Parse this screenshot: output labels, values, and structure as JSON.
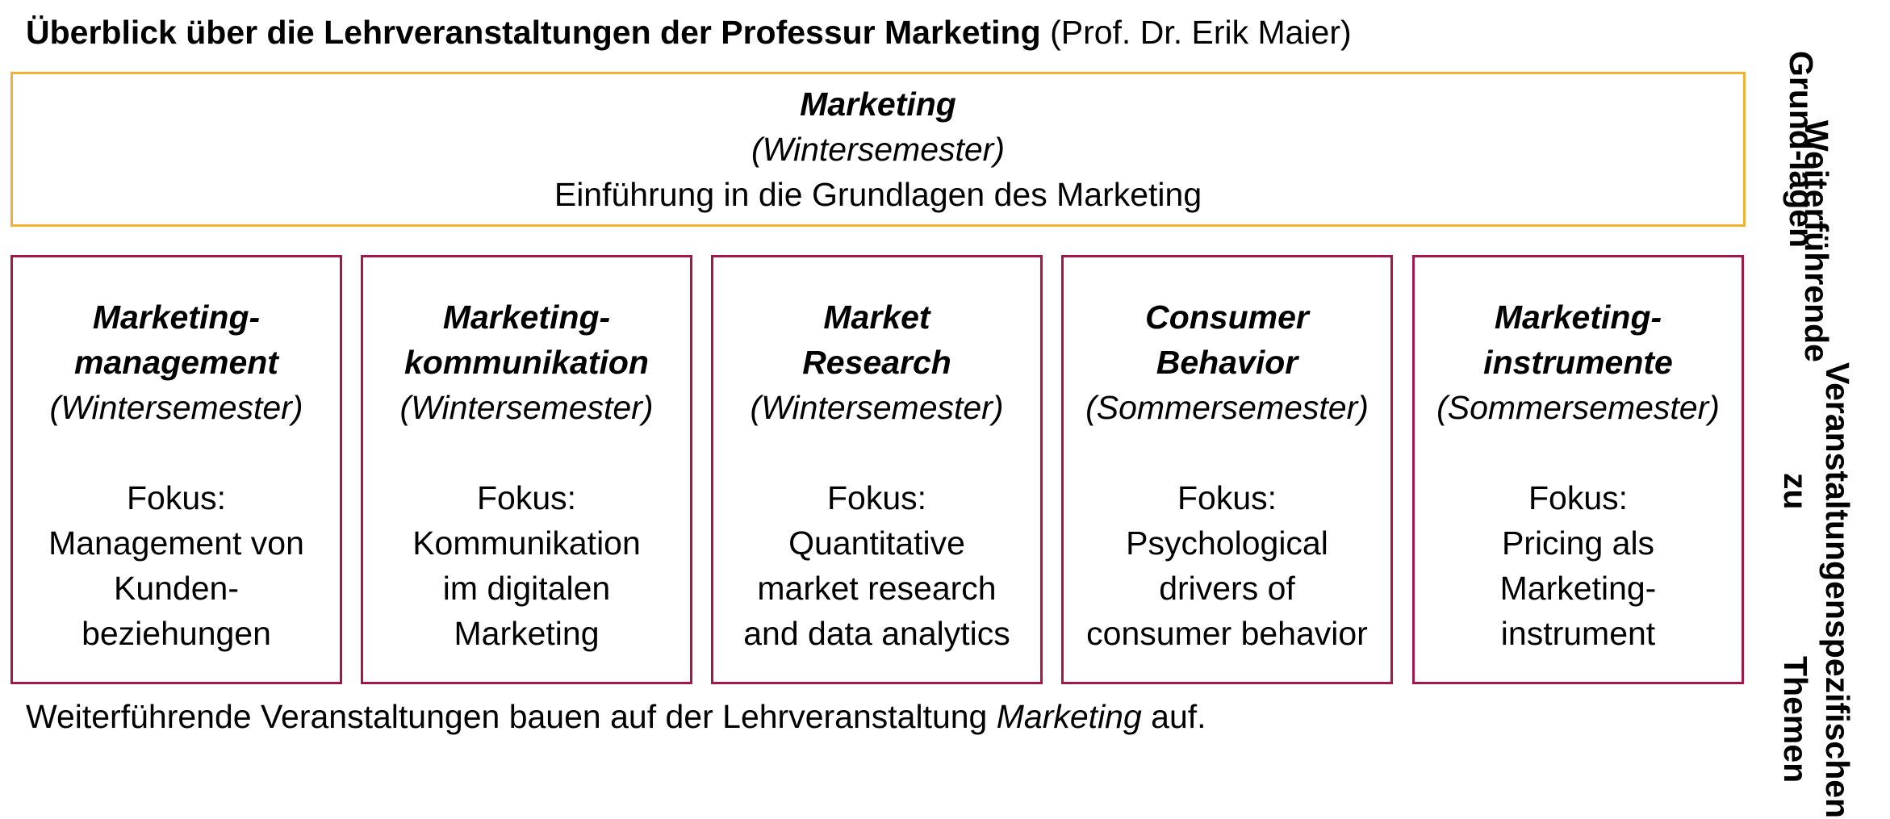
{
  "title": {
    "bold": "Überblick über die Lehrveranstaltungen der Professur Marketing",
    "rest": " (Prof. Dr. Erik Maier)"
  },
  "basics": {
    "name": "Marketing",
    "semester": "(Wintersemester)",
    "description": "Einführung in die Grundlagen des Marketing",
    "side_label_line1": "Grund-",
    "side_label_line2": "lagen"
  },
  "advanced": {
    "side_label_line1": "Weiterführende",
    "side_label_line2": "Veranstaltungen zu",
    "side_label_line3": "spezifischen Themen"
  },
  "courses": [
    {
      "name_line1": "Marketing-",
      "name_line2": "management",
      "semester": "(Wintersemester)",
      "focus_label": "Fokus:",
      "focus_line1": "Management von",
      "focus_line2": "Kunden-",
      "focus_line3": "beziehungen"
    },
    {
      "name_line1": "Marketing-",
      "name_line2": "kommunikation",
      "semester": "(Wintersemester)",
      "focus_label": "Fokus:",
      "focus_line1": "Kommunikation",
      "focus_line2": "im digitalen",
      "focus_line3": "Marketing"
    },
    {
      "name_line1": "Market",
      "name_line2": "Research",
      "semester": "(Wintersemester)",
      "focus_label": "Fokus:",
      "focus_line1": "Quantitative",
      "focus_line2": "market research",
      "focus_line3": "and data analytics"
    },
    {
      "name_line1": "Consumer",
      "name_line2": "Behavior",
      "semester": "(Sommersemester)",
      "focus_label": "Fokus:",
      "focus_line1": "Psychological",
      "focus_line2": "drivers of",
      "focus_line3": "consumer behavior"
    },
    {
      "name_line1": "Marketing-",
      "name_line2": "instrumente",
      "semester": "(Sommersemester)",
      "focus_label": "Fokus:",
      "focus_line1": "Pricing als",
      "focus_line2": "Marketing-",
      "focus_line3": "instrument"
    }
  ],
  "footer": {
    "before": "Weiterführende Veranstaltungen bauen auf der Lehrveranstaltung ",
    "italic": "Marketing",
    "after": " auf."
  }
}
